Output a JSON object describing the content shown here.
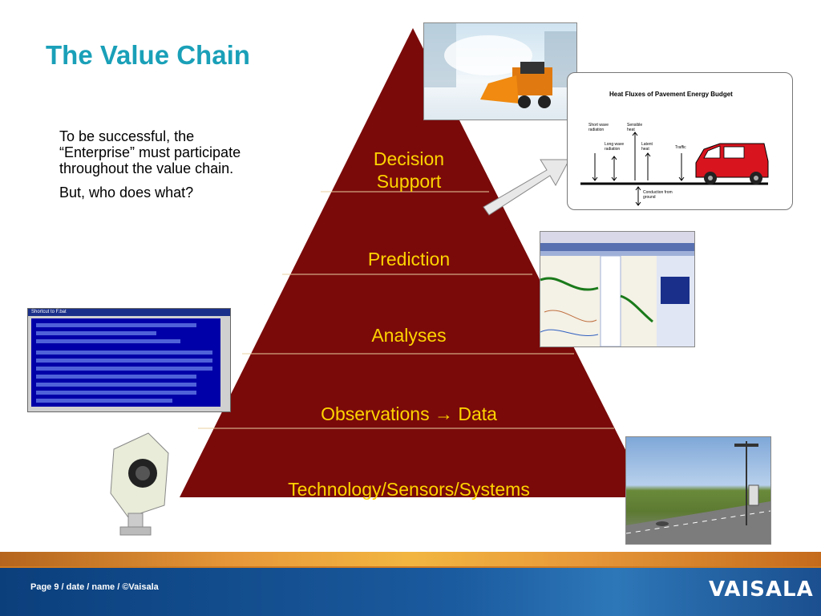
{
  "slide": {
    "title": "The Value Chain",
    "intro_p1": "To be successful, the “Enterprise” must participate throughout the value chain.",
    "intro_p2": "But, who does what?"
  },
  "pyramid": {
    "fill_color": "#7a0a0a",
    "label_color": "#ffd400",
    "layers": [
      {
        "label_line1": "Decision",
        "label_line2": "Support"
      },
      {
        "label": "Prediction"
      },
      {
        "label": "Analyses"
      },
      {
        "label": "Observations → Data"
      },
      {
        "label": "Technology/Sensors/Systems"
      }
    ]
  },
  "flux_diagram": {
    "title": "Heat Fluxes of Pavement Energy Budget",
    "labels": {
      "short_wave": "Short wave radiation",
      "long_wave": "Long wave radiation",
      "sensible": "Sensible heat",
      "latent": "Latent heat",
      "traffic": "Traffic",
      "conduction": "Conduction from ground"
    }
  },
  "terminal": {
    "window_title": "Shortcut to F.bat"
  },
  "footer": {
    "text": "Page 9 / date / name / ©Vaisala",
    "logo": "VAISALA"
  }
}
